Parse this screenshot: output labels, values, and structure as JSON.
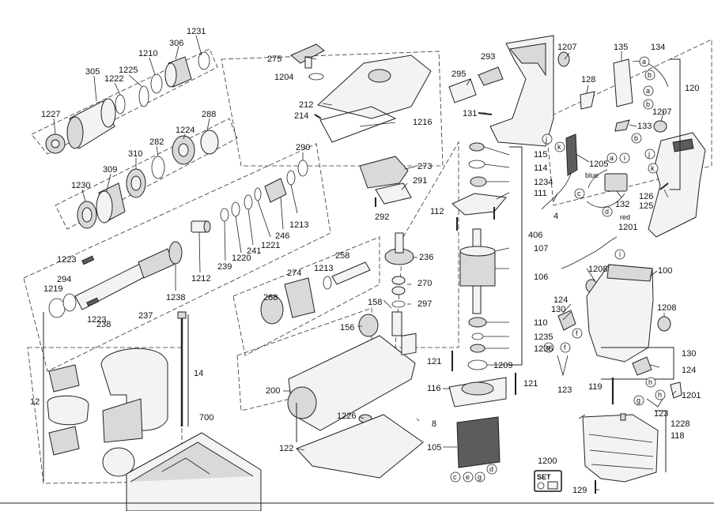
{
  "diagram": {
    "parts": {
      "p1231": "1231",
      "p306": "306",
      "p1210": "1210",
      "p1225": "1225",
      "p1222": "1222",
      "p305": "305",
      "p1227": "1227",
      "p288": "288",
      "p1224": "1224",
      "p282": "282",
      "p310": "310",
      "p309": "309",
      "p1230": "1230",
      "p290": "290",
      "p1213a": "1213",
      "p246": "246",
      "p1221": "1221",
      "p241": "241",
      "p1220": "1220",
      "p239": "239",
      "p1212": "1212",
      "p1238": "1238",
      "p1223a": "1223",
      "p294": "294",
      "p1219": "1219",
      "p238": "238",
      "p237": "237",
      "p1223b": "1223",
      "p12": "12",
      "p14": "14",
      "p700": "700",
      "p275": "275",
      "p1204": "1204",
      "p212": "212",
      "p214": "214",
      "p1216": "1216",
      "p273": "273",
      "p291": "291",
      "p292": "292",
      "p258": "258",
      "p1213b": "1213",
      "p274": "274",
      "p268": "268",
      "p158": "158",
      "p156": "156",
      "p236": "236",
      "p270": "270",
      "p297": "297",
      "p200": "200",
      "p1226": "1226",
      "p8": "8",
      "p122": "122",
      "p293": "293",
      "p295": "295",
      "p131": "131",
      "p1207a": "1207",
      "p115": "115",
      "p114": "114",
      "p1234": "1234",
      "p111": "111",
      "p112": "112",
      "p107": "107",
      "p106": "106",
      "p406": "406",
      "p110": "110",
      "p1235": "1235",
      "p1236": "1236",
      "p1209": "1209",
      "p121a": "121",
      "p121b": "121",
      "p116": "116",
      "p105": "105",
      "p1200": "1200",
      "p1205": "1205",
      "p4": "4",
      "p135": "135",
      "p134": "134",
      "p120": "120",
      "p128": "128",
      "p1207b": "1207",
      "p133": "133",
      "p132": "132",
      "p126": "126",
      "p125": "125",
      "p1201a": "1201",
      "p1208a": "1208",
      "p100": "100",
      "p1208b": "1208",
      "p124a": "124",
      "p130a": "130",
      "p130b": "130",
      "p124b": "124",
      "p119": "119",
      "p123a": "123",
      "p1201b": "1201",
      "p123b": "123",
      "p1228": "1228",
      "p118": "118",
      "p129": "129"
    },
    "wire_labels": {
      "blue": "blue",
      "red": "red"
    },
    "connector_letters": {
      "a": "a",
      "b": "b",
      "c": "c",
      "d": "d",
      "e": "e",
      "f": "f",
      "g": "g",
      "h": "h",
      "i": "i",
      "j": "j",
      "k": "k"
    },
    "set_badge": {
      "text": "SET"
    },
    "colors": {
      "ink": "#222222",
      "background": "#ffffff",
      "red_logo": "#c8102e"
    }
  }
}
